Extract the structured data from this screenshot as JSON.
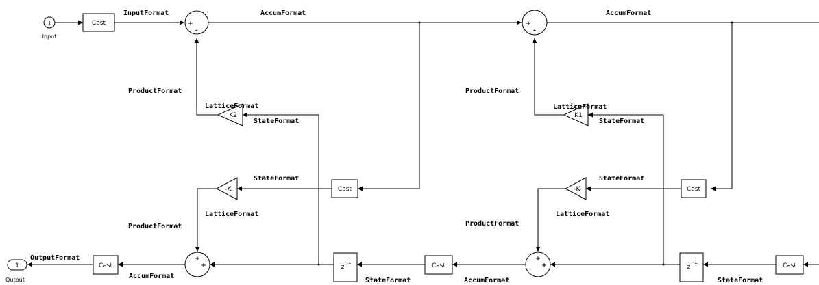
{
  "ports": {
    "input": {
      "number": "1",
      "name": "Input"
    },
    "output": {
      "number": "1",
      "name": "Output"
    }
  },
  "blocks": {
    "cast": "Cast",
    "gain_k2": "K2",
    "gain_k1": "K1",
    "gain_neg_k": "-K-",
    "delay_base": "z",
    "delay_exp": "-1",
    "sum_plus": "+",
    "sum_minus": "-"
  },
  "signals": {
    "input_format": "InputFormat",
    "accum_format": "AccumFormat",
    "product_format": "ProductFormat",
    "lattice_format": "LatticeFormat",
    "state_format": "StateFormat",
    "output_format": "OutputFormat"
  }
}
